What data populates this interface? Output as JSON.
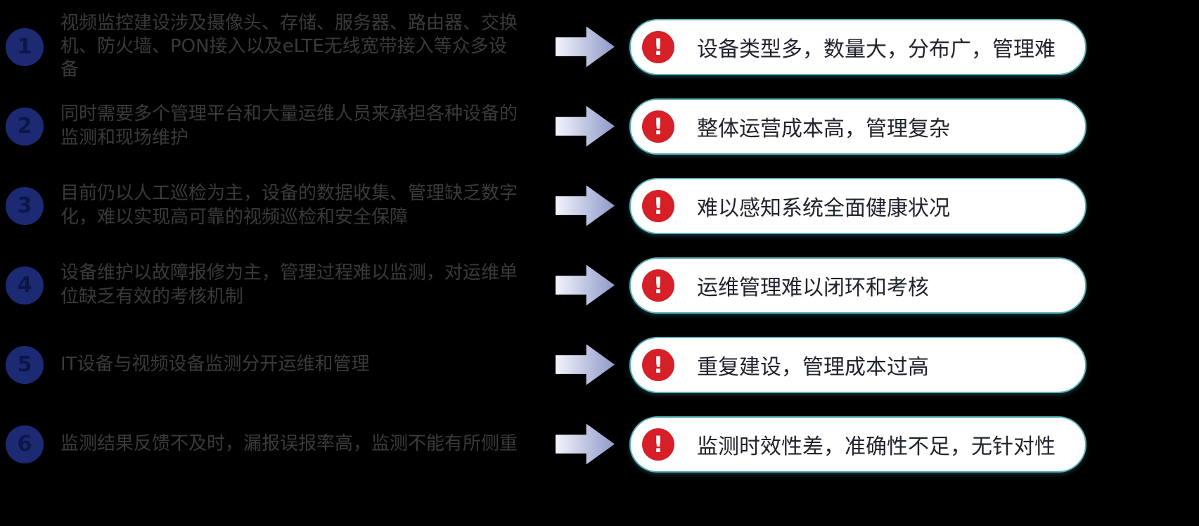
{
  "colors": {
    "background": "#000000",
    "circle": "#1c2a74",
    "circle_number": "#0c1747",
    "problem_text": "#3a3a3a",
    "arrow_start": "#f2f4fb",
    "arrow_end": "#8f99c9",
    "pill_bg": "#ffffff",
    "pill_border": "#58b1ba",
    "alert_red": "#d61f26",
    "consequence_text": "#20242e"
  },
  "alert_glyph": "!",
  "icons": {
    "arrow": "right-block-arrow",
    "alert": "exclamation-circle"
  },
  "rows": [
    {
      "number": "1",
      "problem": "视频监控建设涉及摄像头、存储、服务器、路由器、交换机、防火墙、PON接入以及eLTE无线宽带接入等众多设备",
      "consequence": "设备类型多，数量大，分布广，管理难"
    },
    {
      "number": "2",
      "problem": "同时需要多个管理平台和大量运维人员来承担各种设备的监测和现场维护",
      "consequence": "整体运营成本高，管理复杂"
    },
    {
      "number": "3",
      "problem": "目前仍以人工巡检为主，设备的数据收集、管理缺乏数字化，难以实现高可靠的视频巡检和安全保障",
      "consequence": "难以感知系统全面健康状况"
    },
    {
      "number": "4",
      "problem": "设备维护以故障报修为主，管理过程难以监测，对运维单位缺乏有效的考核机制",
      "consequence": "运维管理难以闭环和考核"
    },
    {
      "number": "5",
      "problem": "IT设备与视频设备监测分开运维和管理",
      "consequence": "重复建设，管理成本过高"
    },
    {
      "number": "6",
      "problem": "监测结果反馈不及时，漏报误报率高，监测不能有所侧重",
      "consequence": "监测时效性差，准确性不足，无针对性"
    }
  ]
}
